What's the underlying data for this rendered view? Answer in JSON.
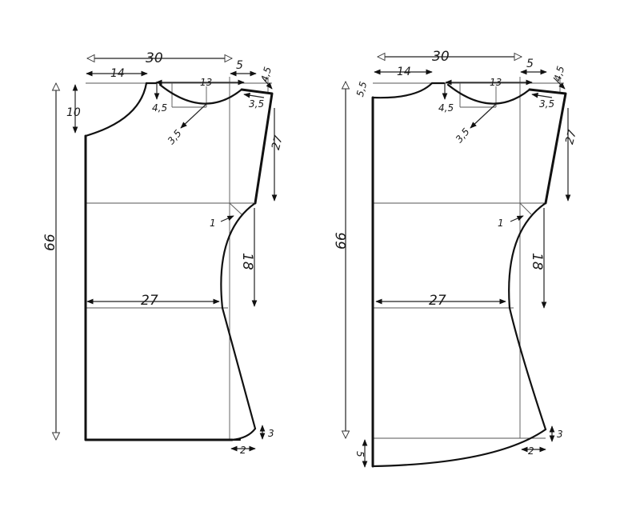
{
  "colors": {
    "ink": "#111111",
    "paper": "#ffffff",
    "guide": "#555555"
  },
  "patterns": [
    {
      "id": "left",
      "labels": {
        "total_width": "30",
        "shoulder_offset": "14",
        "shoulder_extra": "5",
        "neck_width": "13",
        "shoulder_drop": "4,5",
        "front_neck_depth": "4,5",
        "neck_diag": "3,5",
        "shoulder_slope": "3,5",
        "armhole_depth": "27",
        "back_neck_depth": "10",
        "total_length": "66",
        "armhole_offset": "1",
        "side_to_waist": "18",
        "waist_width": "27",
        "hem_rise": "3",
        "hem_offset": "2"
      }
    },
    {
      "id": "right",
      "labels": {
        "total_width": "30",
        "shoulder_offset": "14",
        "shoulder_extra": "5",
        "neck_width": "13",
        "shoulder_drop": "4,5",
        "front_neck_depth": "4,5",
        "neck_diag": "3,5",
        "shoulder_slope": "3,5",
        "armhole_depth": "27",
        "back_neck_depth": "5,5",
        "total_length": "66",
        "armhole_offset": "1",
        "side_to_waist": "18",
        "waist_width": "27",
        "hem_rise": "3",
        "hem_offset": "2",
        "hem_drop": "5"
      }
    }
  ]
}
